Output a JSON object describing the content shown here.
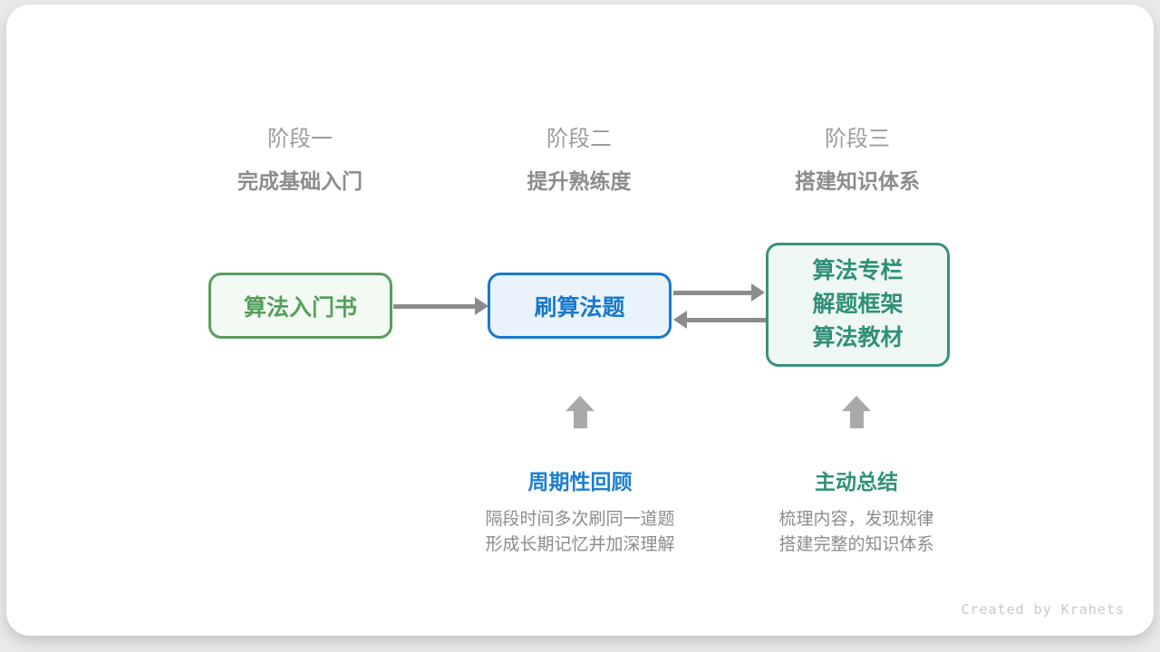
{
  "stages": [
    {
      "label": "阶段一",
      "subtitle": "完成基础入门"
    },
    {
      "label": "阶段二",
      "subtitle": "提升熟练度"
    },
    {
      "label": "阶段三",
      "subtitle": "搭建知识体系"
    }
  ],
  "nodes": [
    {
      "title": "算法入门书"
    },
    {
      "title": "刷算法题"
    },
    {
      "lines": [
        "算法专栏",
        "解题框架",
        "算法教材"
      ]
    }
  ],
  "annotations": [
    {
      "title": "周期性回顾",
      "desc_line1": "隔段时间多次刷同一道题",
      "desc_line2": "形成长期记忆并加深理解"
    },
    {
      "title": "主动总结",
      "desc_line1": "梳理内容，发现规律",
      "desc_line2": "搭建完整的知识体系"
    }
  ],
  "watermark": "Created by Krahets",
  "colors": {
    "page_bg": "#e9e9e9",
    "card_bg": "#ffffff",
    "stage_label": "#9c9c9c",
    "stage_subtitle": "#8c8c8c",
    "node1_border": "#5a9e5f",
    "node1_fill": "#f3f9f3",
    "node1_text": "#56a05c",
    "node2_border": "#1879cc",
    "node2_fill": "#eaf3fc",
    "node2_text": "#1879cc",
    "node3_border": "#39917f",
    "node3_fill": "#eff7f4",
    "node3_text": "#2f9079",
    "arrow": "#8c8c8c",
    "up_arrow": "#a9a9a9",
    "annotation1": "#1b7fd0",
    "annotation2": "#2f9079",
    "desc": "#8c8c8c",
    "watermark": "#c9c9c9"
  }
}
